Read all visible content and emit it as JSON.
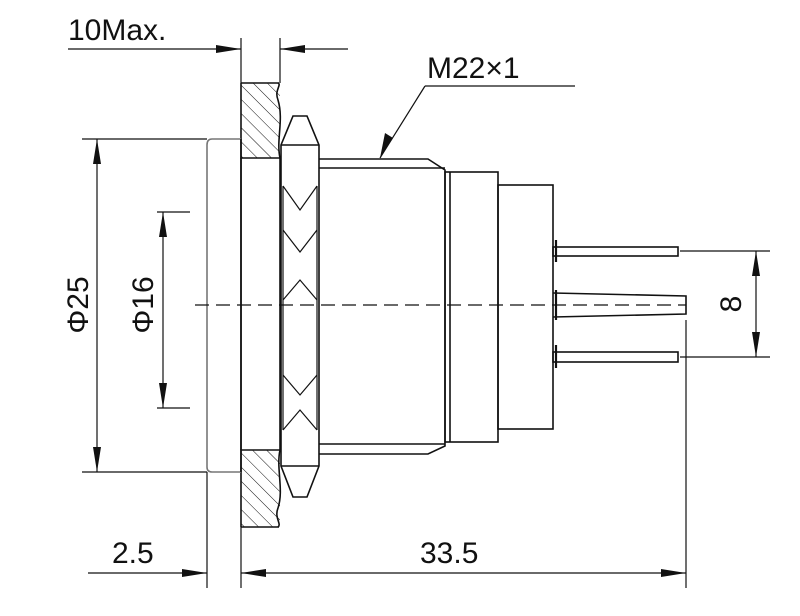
{
  "dimensions": {
    "panel_thickness": "10Max.",
    "thread": "M22×1",
    "outer_diameter": "Φ25",
    "inner_diameter": "Φ16",
    "pin_spacing": "8",
    "flange_thickness": "2.5",
    "body_length": "33.5"
  }
}
